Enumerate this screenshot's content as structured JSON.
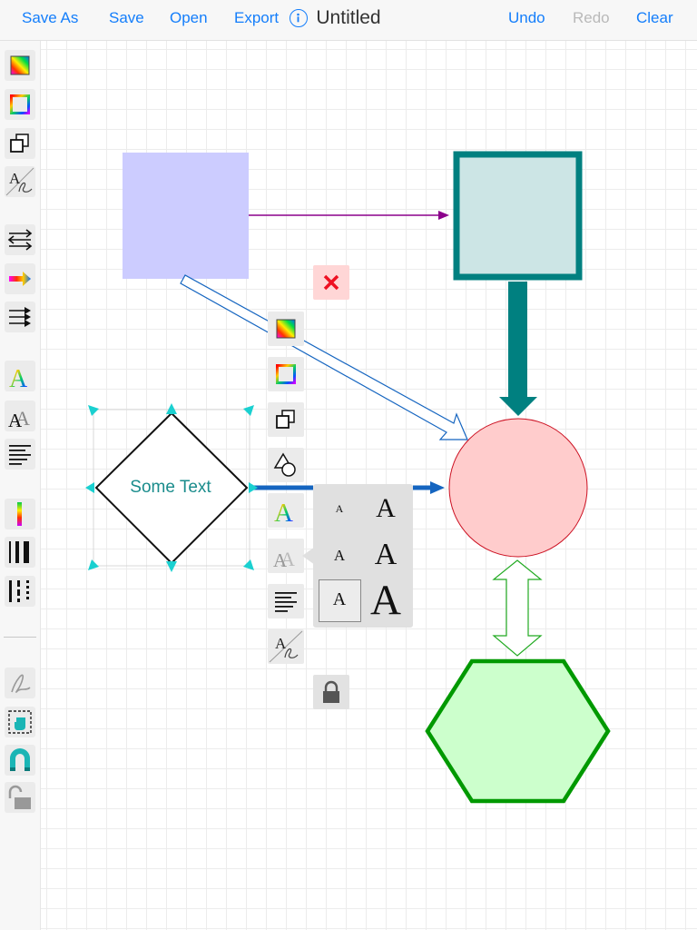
{
  "toolbar": {
    "save_as": "Save As",
    "save": "Save",
    "open": "Open",
    "export": "Export",
    "title": "Untitled",
    "undo": "Undo",
    "redo": "Redo",
    "clear": "Clear"
  },
  "diagram": {
    "diamond_text": "Some Text"
  },
  "font_popover": {
    "glyph": "A"
  },
  "colors": {
    "accent": "#147efb",
    "teal": "#008080",
    "purple_connector": "#8b008b",
    "blue_connector": "#1565c0",
    "green": "#009900"
  },
  "icons": {
    "sidebar": [
      "fill-color-icon",
      "stroke-color-icon",
      "arrange-icon",
      "text-style-icon",
      "connector-list-icon",
      "connector-color-icon",
      "connector-arrow-icon",
      "font-color-icon",
      "font-size-icon",
      "text-align-icon",
      "stroke-width-icon",
      "line-thickness-icon",
      "dash-style-icon",
      "freehand-icon",
      "selection-icon",
      "magnet-icon",
      "lock-icon"
    ],
    "float": [
      "fill-color-icon",
      "stroke-color-icon",
      "arrange-icon",
      "shape-icon",
      "font-color-icon",
      "font-size-icon",
      "text-align-icon",
      "text-style-icon"
    ]
  }
}
